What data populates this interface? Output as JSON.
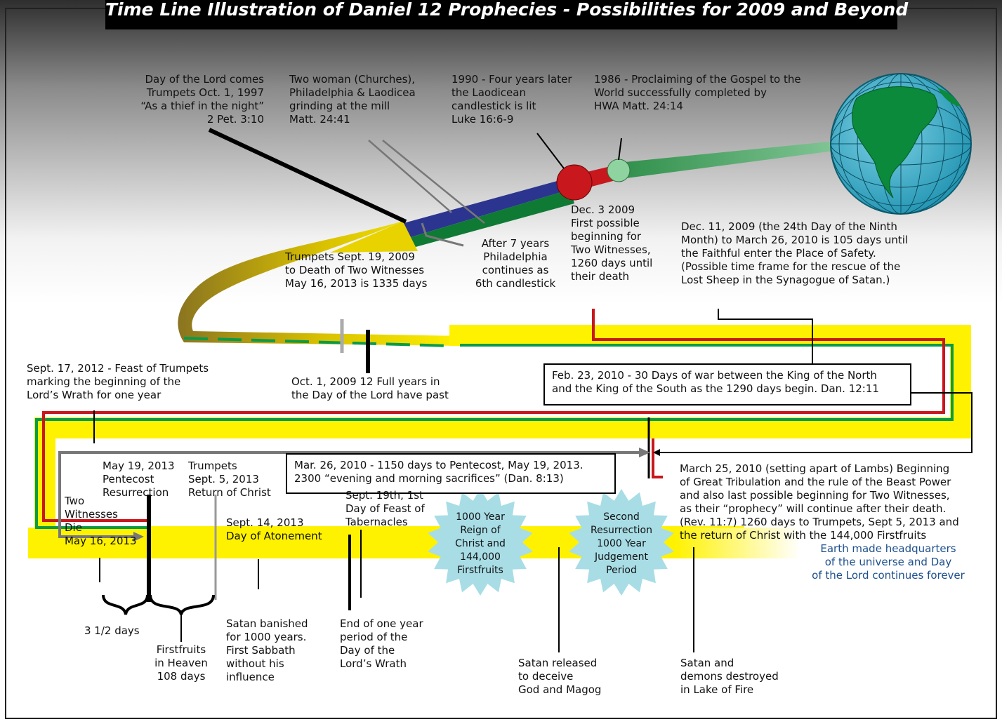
{
  "title": "Time Line Illustration of Daniel 12 Prophecies - Possibilities for 2009 and Beyond",
  "colors": {
    "yellow": "#fff200",
    "red": "#c8171d",
    "green": "#0a9a4a",
    "blue": "#2b3590",
    "dark_green": "#0f7a33",
    "gray": "#777777",
    "black": "#000000",
    "star": "#a8dde6",
    "earth_text": "#1d4f8c"
  },
  "labels": {
    "day_of_lord": "Day of the Lord comes\nTrumpets Oct. 1, 1997\n“As a thief in the night”\n2 Pet. 3:10",
    "two_women": "Two woman (Churches),\nPhiladelphia & Laodicea\ngrinding at the mill\nMatt. 24:41",
    "laodicean_1990": "1990 - Four years later\nthe Laodicean\ncandlestick is lit\nLuke 16:6-9",
    "gospel_1986": "1986 - Proclaiming of the Gospel to the\nWorld successfully completed by\nHWA Matt. 24:14",
    "dec3_2009": "Dec. 3 2009\nFirst possible\nbeginning for\nTwo Witnesses,\n1260 days until\ntheir death",
    "dec11_2009": "Dec. 11, 2009 (the 24th Day of the Ninth\nMonth) to March 26, 2010 is 105 days until\nthe Faithful enter the Place of Safety.\n(Possible time frame for the rescue of the\nLost Sheep in the Synagogue of Satan.)",
    "after_7_years": "After 7 years\nPhiladelphia\ncontinues as\n6th candlestick",
    "trumpets_2009": "Trumpets Sept. 19, 2009\nto Death of Two Witnesses\nMay 16, 2013 is 1335 days",
    "sept17_2012": "Sept. 17, 2012 - Feast of Trumpets\nmarking the beginning of the\nLord’s Wrath for one year",
    "oct1_2009": "Oct. 1, 2009 12 Full years in\nthe Day of the Lord have past",
    "feb23_2010": "Feb. 23, 2010 - 30 Days of war between the King of the North\nand the King of the South as the 1290 days begin.  Dan. 12:11",
    "mar26_2010": "Mar. 26, 2010 - 1150 days to Pentecost, May 19, 2013.\n2300 “evening and morning sacrifices” (Dan. 8:13)",
    "march25_2010": "March 25, 2010 (setting apart of Lambs) Beginning\nof Great Tribulation and the rule of the Beast Power\nand also last possible beginning for Two Witnesses,\nas their “prophecy” will continue after their death.\n(Rev. 11:7) 1260 days to Trumpets, Sept 5, 2013 and\nthe return of Christ with the 144,000 Firstfruits",
    "may19_2013": "May 19, 2013\nPentecost\nResurrection",
    "trumpets_2013": "Trumpets\nSept. 5, 2013\nReturn of Christ",
    "two_witnesses_die": "Two\nWitnesses\nDie\nMay 16, 2013",
    "sept14_2013": "Sept. 14, 2013\nDay of Atonement",
    "sept19_tabernacles": "Sept. 19th, 1st\nDay of Feast of\nTabernacles",
    "reign_1000": "1000 Year\nReign of\nChrist and\n144,000\nFirstfruits",
    "second_resurrection": "Second\nResurrection\n1000 Year\nJudgement\nPeriod",
    "earth_hq": "Earth made headquarters\nof the universe and Day\nof the Lord continues forever",
    "three_half_days": "3 1/2 days",
    "firstfruits_heaven": "Firstfruits\nin Heaven\n108 days",
    "satan_banished": "Satan banished\nfor 1000 years.\nFirst Sabbath\nwithout his\ninfluence",
    "end_one_year": "End of one year\nperiod of the\nDay of the\nLord’s Wrath",
    "satan_released": "Satan released\nto deceive\nGod and Magog",
    "satan_destroyed": "Satan and\ndemons destroyed\nin Lake of Fire"
  }
}
